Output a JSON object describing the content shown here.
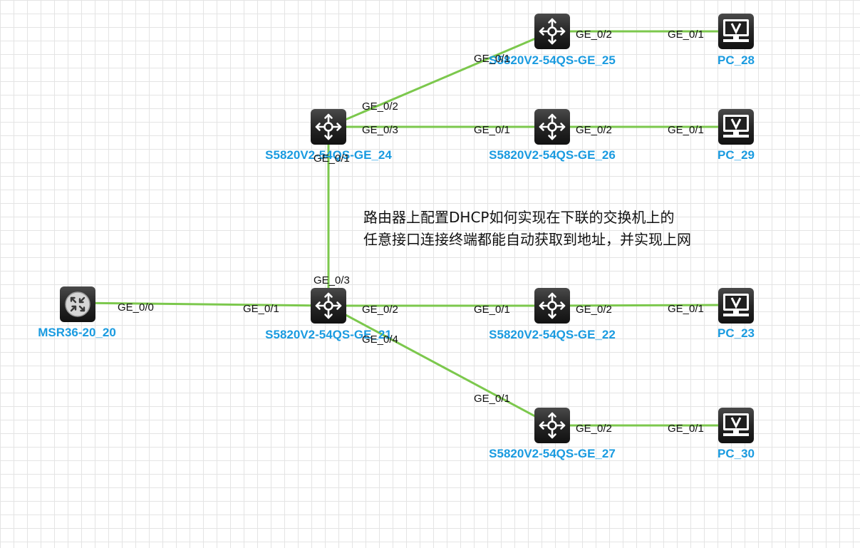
{
  "colors": {
    "link": "#7cc84d",
    "device_label": "#1a9be0",
    "device_body": "#1f1f1f",
    "port_label": "#111111"
  },
  "devices": [
    {
      "id": "msr",
      "type": "router",
      "icon": "router-icon",
      "label": "MSR36-20_20"
    },
    {
      "id": "s21",
      "type": "switch",
      "icon": "switch-icon",
      "label": "S5820V2-54QS-GE_21"
    },
    {
      "id": "s22",
      "type": "switch",
      "icon": "switch-icon",
      "label": "S5820V2-54QS-GE_22"
    },
    {
      "id": "s24",
      "type": "switch",
      "icon": "switch-icon",
      "label": "S5820V2-54QS-GE_24"
    },
    {
      "id": "s25",
      "type": "switch",
      "icon": "switch-icon",
      "label": "S5820V2-54QS-GE_25"
    },
    {
      "id": "s26",
      "type": "switch",
      "icon": "switch-icon",
      "label": "S5820V2-54QS-GE_26"
    },
    {
      "id": "s27",
      "type": "switch",
      "icon": "switch-icon",
      "label": "S5820V2-54QS-GE_27"
    },
    {
      "id": "pc23",
      "type": "pc",
      "icon": "pc-monitor-icon",
      "label": "PC_23"
    },
    {
      "id": "pc28",
      "type": "pc",
      "icon": "pc-monitor-icon",
      "label": "PC_28"
    },
    {
      "id": "pc29",
      "type": "pc",
      "icon": "pc-monitor-icon",
      "label": "PC_29"
    },
    {
      "id": "pc30",
      "type": "pc",
      "icon": "pc-monitor-icon",
      "label": "PC_30"
    }
  ],
  "links": [
    {
      "from": "msr",
      "from_port": "GE_0/0",
      "to": "s21",
      "to_port": "GE_0/1"
    },
    {
      "from": "s21",
      "from_port": "GE_0/2",
      "to": "s22",
      "to_port": "GE_0/1"
    },
    {
      "from": "s22",
      "from_port": "GE_0/2",
      "to": "pc23",
      "to_port": "GE_0/1"
    },
    {
      "from": "s21",
      "from_port": "GE_0/3",
      "to": "s24",
      "to_port": "GE_0/1"
    },
    {
      "from": "s21",
      "from_port": "GE_0/4",
      "to": "s27",
      "to_port": "GE_0/1"
    },
    {
      "from": "s27",
      "from_port": "GE_0/2",
      "to": "pc30",
      "to_port": "GE_0/1"
    },
    {
      "from": "s24",
      "from_port": "GE_0/2",
      "to": "s25",
      "to_port": "GE_0/1"
    },
    {
      "from": "s25",
      "from_port": "GE_0/2",
      "to": "pc28",
      "to_port": "GE_0/1"
    },
    {
      "from": "s24",
      "from_port": "GE_0/3",
      "to": "s26",
      "to_port": "GE_0/1"
    },
    {
      "from": "s26",
      "from_port": "GE_0/2",
      "to": "pc29",
      "to_port": "GE_0/1"
    }
  ],
  "note": {
    "line1": "路由器上配置DHCP如何实现在下联的交换机上的",
    "line2": "任意接口连接终端都能自动获取到地址，并实现上网"
  }
}
